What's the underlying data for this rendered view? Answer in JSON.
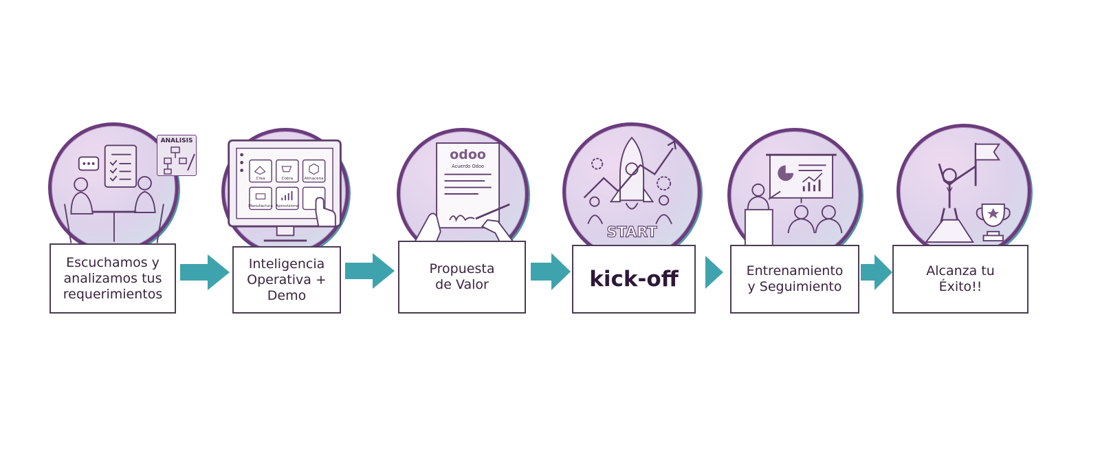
{
  "steps": [
    {
      "label": "Escuchamos y\nanalizamos tus\nrequerimientos",
      "badge": "ANALISIS"
    },
    {
      "label": "Inteligencia\nOperativa +\nDemo",
      "tiles": [
        "Crea",
        "Cobra",
        "Almacena",
        "Manufactura",
        "Aprovisiona",
        ""
      ]
    },
    {
      "label": "Propuesta\nde Valor",
      "doc_logo": "odoo",
      "doc_subtitle": "Acuerdo Odoo"
    },
    {
      "label": "kick-off",
      "badge": "START"
    },
    {
      "label": "Entrenamiento\ny Seguimiento"
    },
    {
      "label": "Alcanza tu\nÉxito!!"
    }
  ],
  "colors": {
    "circle_border": "#6b3c7d",
    "arrow": "#3fa3ad",
    "text": "#3a2340"
  }
}
